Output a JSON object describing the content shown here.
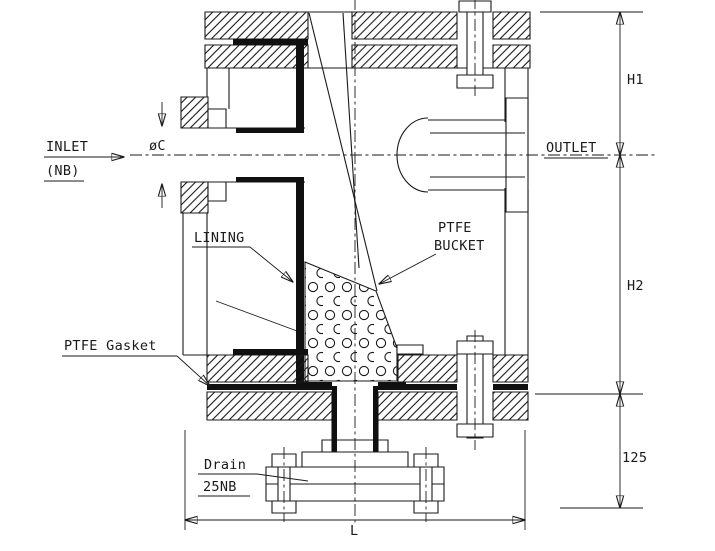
{
  "drawing": {
    "labels": {
      "inlet_line1": "INLET",
      "inlet_line2": "(NB)",
      "bore_diameter": "øC",
      "outlet": "OUTLET",
      "lining": "LINING",
      "bucket_line1": "PTFE",
      "bucket_line2": "BUCKET",
      "gasket": "PTFE Gasket",
      "drain_line1": "Drain",
      "drain_line2": "25NB"
    },
    "dimensions": {
      "h1": "H1",
      "h2": "H2",
      "drain_height": "125",
      "overall_length": "L"
    },
    "colors": {
      "ink": "#1a1a1a",
      "paper": "#ffffff"
    }
  }
}
